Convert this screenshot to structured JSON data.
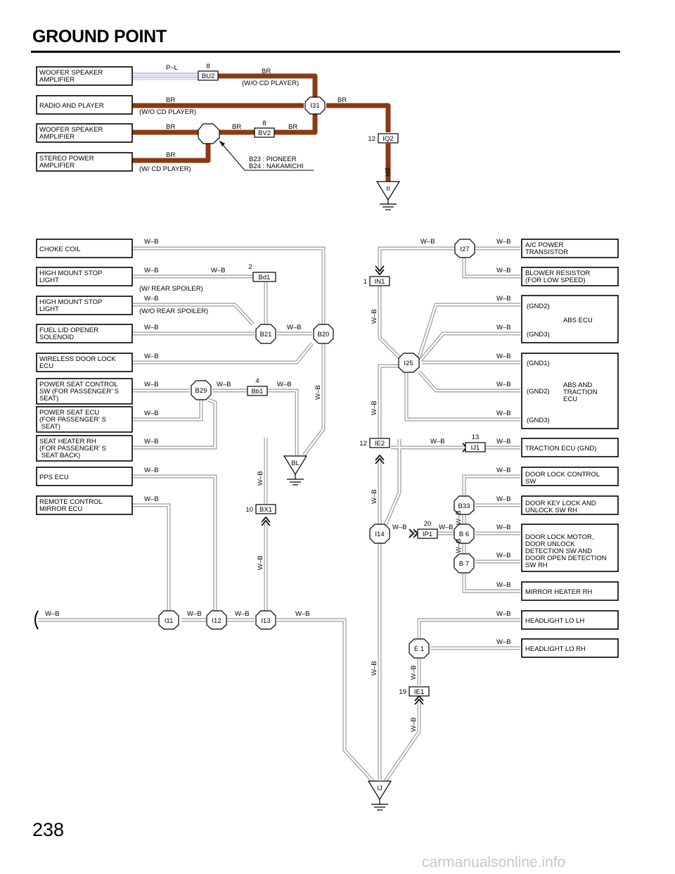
{
  "title": "GROUND POINT",
  "page_number": "238",
  "watermark": "carmanualsonline.info",
  "components_left": [
    [
      "WOOFER SPEAKER",
      "AMPLIFIER"
    ],
    [
      "RADIO AND PLAYER"
    ],
    [
      "WOOFER SPEAKER",
      "AMPLIFIER"
    ],
    [
      "STEREO POWER",
      "AMPLIFIER"
    ],
    [
      "CHOKE COIL"
    ],
    [
      "HIGH MOUNT STOP",
      "LIGHT"
    ],
    [
      "HIGH MOUNT STOP",
      "LIGHT"
    ],
    [
      "FUEL LID OPENER",
      "SOLENOID"
    ],
    [
      "WIRELESS DOOR LOCK",
      "ECU"
    ],
    [
      "POWER SEAT CONTROL",
      "SW (FOR PASSENGER’ S",
      "SEAT)"
    ],
    [
      "POWER SEAT ECU",
      "(FOR PASSENGER’ S",
      " SEAT)"
    ],
    [
      "SEAT HEATER RH",
      "(FOR PASSENGER’ S",
      " SEAT BACK)"
    ],
    [
      "PPS ECU"
    ],
    [
      "REMOTE CONTROL",
      "MIRROR ECU"
    ]
  ],
  "components_right": [
    [
      "A/C POWER",
      "TRANSISTOR"
    ],
    [
      "BLOWER RESISTOR",
      "(FOR LOW SPEED)"
    ],
    [
      "ABS ECU"
    ],
    [
      "ABS AND",
      "TRACTION",
      "ECU"
    ],
    [
      "TRACTION ECU (GND)"
    ],
    [
      "DOOR LOCK CONTROL",
      "SW"
    ],
    [
      "DOOR KEY LOCK AND",
      "UNLOCK SW RH"
    ],
    [
      "DOOR LOCK MOTOR,",
      "DOOR UNLOCK",
      "DETECTION SW AND",
      "DOOR OPEN DETECTION",
      "SW RH"
    ],
    [
      "MIRROR HEATER RH"
    ],
    [
      "HEADLIGHT LO LH"
    ],
    [
      "HEADLIGHT LO RH"
    ]
  ],
  "gnd_terms": [
    "(GND2)",
    "(GND3)",
    "(GND1)",
    "(GND2)",
    "(GND3)"
  ],
  "connectors": {
    "BU2": "BU2",
    "BV2": "BV2",
    "IQ2": "IQ2",
    "Bd1": "Bd1",
    "Bb1": "Bb1",
    "BX1": "BX1",
    "IN1": "IN1",
    "IE2": "IE2",
    "IJ1": "IJ1",
    "IP1": "IP1",
    "IE1": "IE1"
  },
  "pins": {
    "BU2": "8",
    "BV2": "8",
    "IQ2": "12",
    "Bd1": "2",
    "Bb1": "4",
    "BX1": "10",
    "IN1": "1",
    "IE2": "12",
    "IJ1": "13",
    "IP1": "20",
    "IE1": "19"
  },
  "junctions": {
    "I31": "I31",
    "B21": "B21",
    "B20": "B20",
    "B29": "B29",
    "I27": "I27",
    "I25": "I25",
    "B33": "B33",
    "B6": "B 6",
    "B7": "B 7",
    "I14": "I14",
    "E1": "E 1",
    "I11": "I11",
    "I12": "I12",
    "I13": "I13"
  },
  "grounds": {
    "II": "II",
    "BL": "BL",
    "IJ": "IJ"
  },
  "wire_colors": {
    "pl": "P–L",
    "br": "BR",
    "wb": "W–B"
  },
  "notes": {
    "wo_cd": "(W/O CD PLAYER)",
    "w_cd": "(W/ CD PLAYER)",
    "w_spoiler": "(W/ REAR SPOILER)",
    "wo_spoiler": "(W/O REAR SPOILER)",
    "pioneer": "B23 : PIONEER",
    "nakamichi": "B24 : NAKAMICHI"
  },
  "colors": {
    "br_wire": "#8b3a12",
    "pl_wire": "#b98ee6",
    "pl_wire2": "#8fc8f0",
    "wb_wire": "#9a9a9a"
  }
}
